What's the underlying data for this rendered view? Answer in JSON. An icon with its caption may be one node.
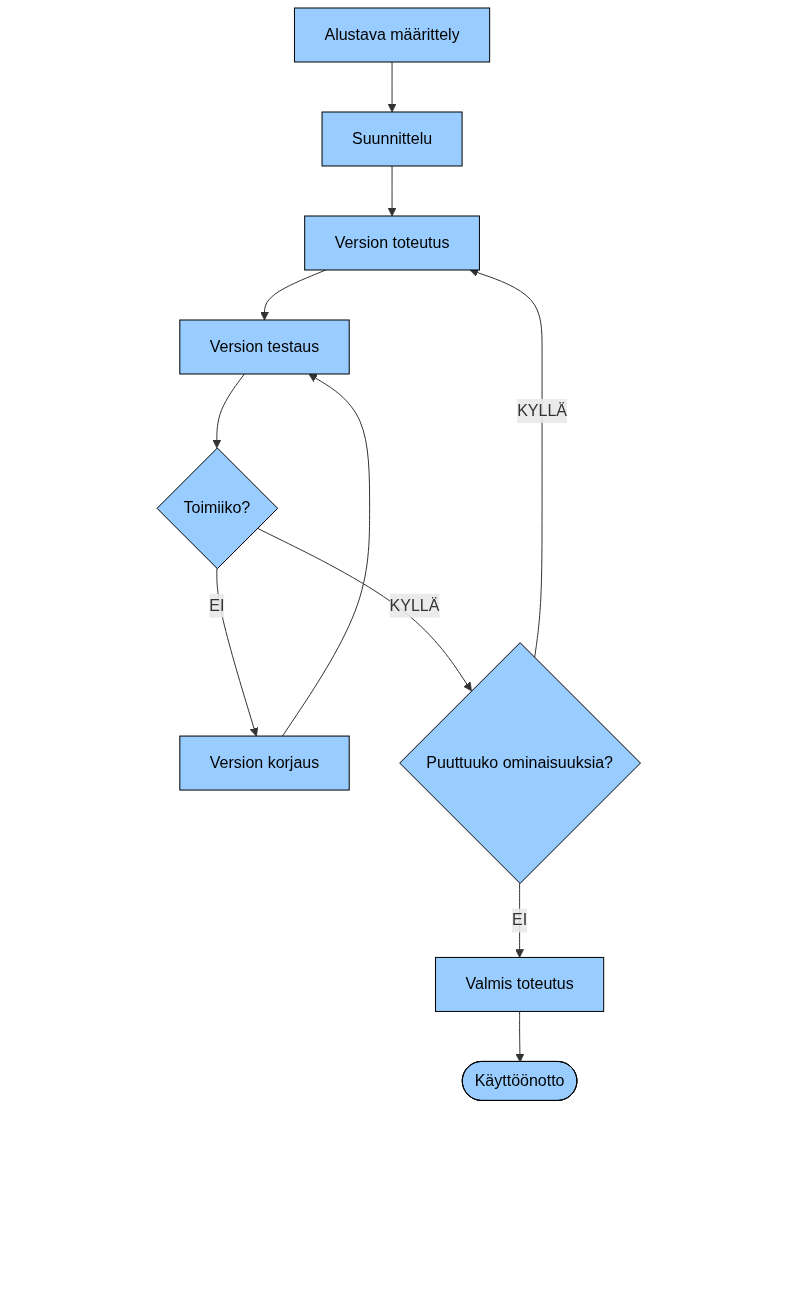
{
  "diagram": {
    "nodes": [
      {
        "text": [
          "Alustava määrittely"
        ]
      },
      {
        "text": [
          "Suunnittelu"
        ]
      },
      {
        "text": [
          "Version toteutus"
        ]
      },
      {
        "text": [
          "Version testaus"
        ]
      },
      {
        "text": [
          "Version korjaus"
        ]
      },
      {
        "text": [
          "Toimiiko?"
        ]
      },
      {
        "text": [
          "Puuttuuko ominaisuuksia?"
        ]
      },
      {
        "text": [
          "Valmis toteutus"
        ]
      },
      {
        "text": [
          "Käyttöönotto"
        ]
      }
    ],
    "edges": [
      {
        "from": 0,
        "to": 1,
        "arrow": "to"
      },
      {
        "from": 1,
        "to": 2,
        "arrow": "to"
      },
      {
        "from": 2,
        "to": 3,
        "arrow": "to"
      },
      {
        "from": 3,
        "to": 5,
        "arrow": "to"
      },
      {
        "from": 5,
        "to": 4,
        "arrow": "to",
        "label": "EI"
      },
      {
        "from": 4,
        "to": 3,
        "arrow": "to"
      },
      {
        "from": 5,
        "to": 6,
        "arrow": "to",
        "label": "KYLLÄ"
      },
      {
        "from": 6,
        "to": 2,
        "arrow": "to",
        "label": "KYLLÄ"
      },
      {
        "from": 6,
        "to": 7,
        "arrow": "to",
        "label": "EI"
      },
      {
        "from": 7,
        "to": 8,
        "arrow": "to"
      }
    ]
  }
}
